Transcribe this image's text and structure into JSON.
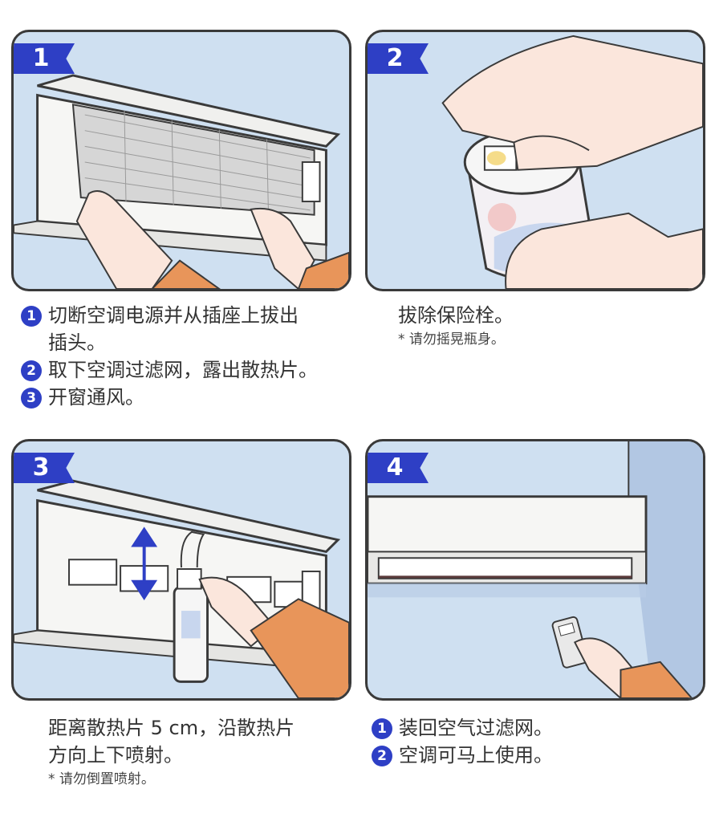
{
  "colors": {
    "accent": "#2e3fc5",
    "panel_bg": "#cfe0f1",
    "border": "#3a3a3a",
    "sleeve": "#e8955a",
    "skin": "#fbe6dc"
  },
  "steps": [
    {
      "badge": "1",
      "caption": [
        {
          "num": "1",
          "text": "切断空调电源并从插座上拔出"
        },
        {
          "num": "",
          "text": "插头。"
        },
        {
          "num": "2",
          "text": "取下空调过滤网，露出散热片。"
        },
        {
          "num": "3",
          "text": "开窗通风。"
        }
      ],
      "note": ""
    },
    {
      "badge": "2",
      "caption": [
        {
          "num": "",
          "text": "拔除保险栓。"
        }
      ],
      "note": "* 请勿摇晃瓶身。"
    },
    {
      "badge": "3",
      "caption": [
        {
          "num": "",
          "text": "距离散热片 5 cm，沿散热片"
        },
        {
          "num": "",
          "text": "方向上下喷射。"
        }
      ],
      "note": "* 请勿倒置喷射。"
    },
    {
      "badge": "4",
      "caption": [
        {
          "num": "1",
          "text": "装回空气过滤网。"
        },
        {
          "num": "2",
          "text": "空调可马上使用。"
        }
      ],
      "note": ""
    }
  ]
}
